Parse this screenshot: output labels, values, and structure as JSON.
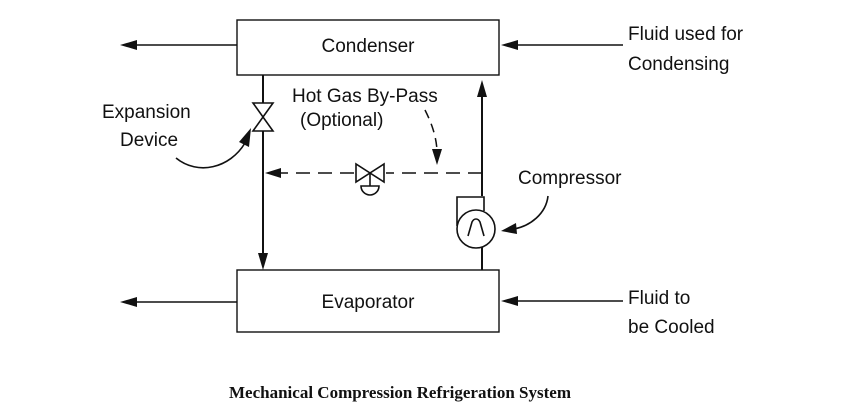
{
  "components": {
    "condenser": "Condenser",
    "evaporator": "Evaporator",
    "compressor": "Compressor",
    "expansion_device_line1": "Expansion",
    "expansion_device_line2": "Device",
    "hot_gas_bypass_line1": "Hot Gas By-Pass",
    "hot_gas_bypass_line2": "(Optional)"
  },
  "inputs": {
    "condensing_fluid_line1": "Fluid used for",
    "condensing_fluid_line2": "Condensing",
    "cooled_fluid_line1": "Fluid to",
    "cooled_fluid_line2": "be Cooled"
  },
  "caption": "Mechanical Compression Refrigeration System"
}
